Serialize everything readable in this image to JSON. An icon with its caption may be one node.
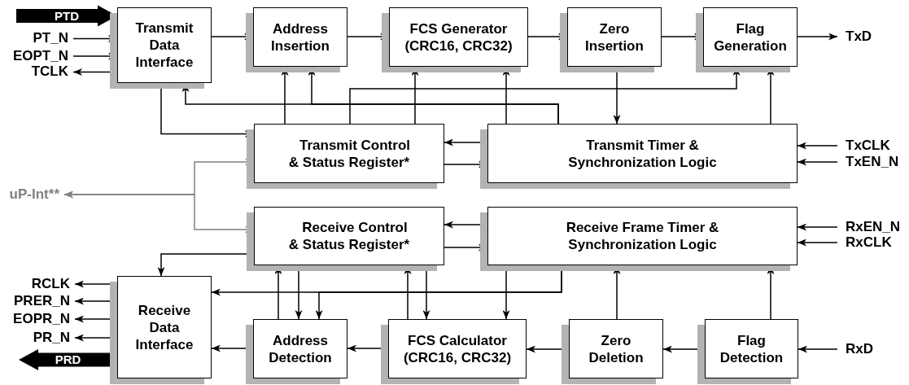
{
  "diagram": {
    "nodes": [
      {
        "text": [
          "Transmit Data Interface"
        ]
      },
      {
        "text": [
          "Address Insertion"
        ]
      },
      {
        "text": [
          "FCS Generator (CRC16, CRC32)"
        ]
      },
      {
        "text": [
          "Zero Insertion"
        ]
      },
      {
        "text": [
          "Flag Generation"
        ]
      },
      {
        "text": [
          "Transmit Control & Status Register*"
        ]
      },
      {
        "text": [
          "Transmit Timer & Synchronization Logic"
        ]
      },
      {
        "text": [
          "Receive Control & Status Register*"
        ]
      },
      {
        "text": [
          "Receive Frame Timer & Synchronization Logic"
        ]
      },
      {
        "text": [
          "Receive Data Interface"
        ]
      },
      {
        "text": [
          "Address Detection"
        ]
      },
      {
        "text": [
          "FCS Calculator (CRC16, CRC32)"
        ]
      },
      {
        "text": [
          "Zero Deletion"
        ]
      },
      {
        "text": [
          "Flag Detection"
        ]
      },
      {
        "text": [
          "PT_N"
        ]
      },
      {
        "text": [
          "EOPT_N"
        ]
      },
      {
        "text": [
          "TCLK"
        ]
      },
      {
        "text": [
          "TxD"
        ]
      },
      {
        "text": [
          "TxCLK"
        ]
      },
      {
        "text": [
          "TxEN_N"
        ]
      },
      {
        "text": [
          "uP-Int**"
        ]
      },
      {
        "text": [
          "RxEN_N"
        ]
      },
      {
        "text": [
          "RxCLK"
        ]
      },
      {
        "text": [
          "RCLK"
        ]
      },
      {
        "text": [
          "PRER_N"
        ]
      },
      {
        "text": [
          "EOPR_N"
        ]
      },
      {
        "text": [
          "PR_N"
        ]
      },
      {
        "text": [
          "RxD"
        ]
      }
    ],
    "edges": [
      {
        "from": null,
        "to": 0,
        "arrow": "to",
        "label": "PTD",
        "style": "thick"
      },
      {
        "from": 14,
        "to": 0,
        "arrow": "to"
      },
      {
        "from": 15,
        "to": 0,
        "arrow": "to"
      },
      {
        "from": 0,
        "to": 16,
        "arrow": "to"
      },
      {
        "from": 0,
        "to": 1,
        "arrow": "to"
      },
      {
        "from": 1,
        "to": 2,
        "arrow": "to"
      },
      {
        "from": 2,
        "to": 3,
        "arrow": "to"
      },
      {
        "from": 3,
        "to": 4,
        "arrow": "to"
      },
      {
        "from": 4,
        "to": 17,
        "arrow": "to"
      },
      {
        "from": 0,
        "to": 5,
        "arrow": "to"
      },
      {
        "from": 5,
        "to": 1,
        "arrow": "to"
      },
      {
        "from": 5,
        "to": 2,
        "arrow": "to"
      },
      {
        "from": 5,
        "to": 4,
        "arrow": "to"
      },
      {
        "from": 6,
        "to": 0,
        "arrow": "to"
      },
      {
        "from": 6,
        "to": 1,
        "arrow": "to"
      },
      {
        "from": 6,
        "to": 2,
        "arrow": "to"
      },
      {
        "from": 3,
        "to": 6,
        "arrow": "to"
      },
      {
        "from": 6,
        "to": 4,
        "arrow": "to"
      },
      {
        "from": 6,
        "to": 5,
        "arrow": "to"
      },
      {
        "from": 5,
        "to": 6,
        "arrow": "to"
      },
      {
        "from": 18,
        "to": 6,
        "arrow": "to"
      },
      {
        "from": 19,
        "to": 6,
        "arrow": "to"
      },
      {
        "from": 20,
        "to": 5,
        "arrow": "both",
        "color": "#808080"
      },
      {
        "from": 20,
        "to": 7,
        "arrow": "both",
        "color": "#808080"
      },
      {
        "from": 21,
        "to": 8,
        "arrow": "to"
      },
      {
        "from": 22,
        "to": 8,
        "arrow": "to"
      },
      {
        "from": 8,
        "to": 7,
        "arrow": "to"
      },
      {
        "from": 7,
        "to": 8,
        "arrow": "to"
      },
      {
        "from": 7,
        "to": 9,
        "arrow": "to"
      },
      {
        "from": 8,
        "to": 9,
        "arrow": "to"
      },
      {
        "from": 8,
        "to": 10,
        "arrow": "to"
      },
      {
        "from": 10,
        "to": 7,
        "arrow": "to"
      },
      {
        "from": 7,
        "to": 10,
        "arrow": "to"
      },
      {
        "from": 11,
        "to": 7,
        "arrow": "to"
      },
      {
        "from": 7,
        "to": 11,
        "arrow": "to"
      },
      {
        "from": 8,
        "to": 11,
        "arrow": "to"
      },
      {
        "from": 12,
        "to": 8,
        "arrow": "to"
      },
      {
        "from": 13,
        "to": 8,
        "arrow": "to"
      },
      {
        "from": 27,
        "to": 13,
        "arrow": "to"
      },
      {
        "from": 13,
        "to": 12,
        "arrow": "to"
      },
      {
        "from": 12,
        "to": 11,
        "arrow": "to"
      },
      {
        "from": 11,
        "to": 10,
        "arrow": "to"
      },
      {
        "from": 10,
        "to": 9,
        "arrow": "to"
      },
      {
        "from": 9,
        "to": 23,
        "arrow": "to"
      },
      {
        "from": 9,
        "to": 24,
        "arrow": "to"
      },
      {
        "from": 9,
        "to": 25,
        "arrow": "to"
      },
      {
        "from": 9,
        "to": 26,
        "arrow": "to"
      },
      {
        "from": 9,
        "to": null,
        "arrow": "to",
        "label": "PRD",
        "style": "thick"
      }
    ]
  }
}
